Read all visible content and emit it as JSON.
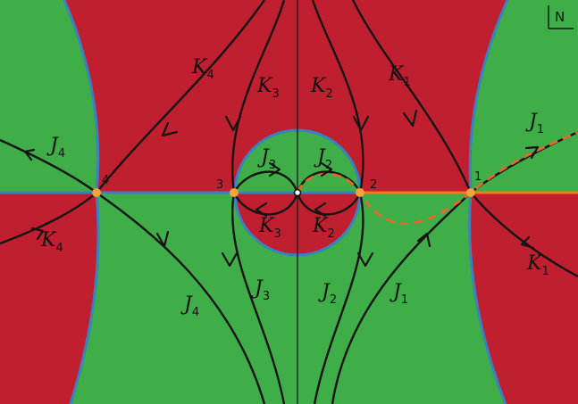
{
  "corner_label": "N",
  "points": [
    "1",
    "2",
    "3",
    "4"
  ],
  "curve_labels": {
    "K1_top": {
      "letter": "K",
      "sub": "1"
    },
    "K2_top": {
      "letter": "K",
      "sub": "2"
    },
    "K3_top": {
      "letter": "K",
      "sub": "3"
    },
    "K4_top": {
      "letter": "K",
      "sub": "4"
    },
    "J1_right": {
      "letter": "J",
      "sub": "1"
    },
    "J4_left": {
      "letter": "J",
      "sub": "4"
    },
    "K4_left": {
      "letter": "K",
      "sub": "4"
    },
    "K1_right": {
      "letter": "K",
      "sub": "1"
    },
    "J3_in": {
      "letter": "J",
      "sub": "3"
    },
    "J2_in": {
      "letter": "J",
      "sub": "2"
    },
    "K3_in": {
      "letter": "K",
      "sub": "3"
    },
    "K2_in": {
      "letter": "K",
      "sub": "2"
    },
    "J4_bot": {
      "letter": "J",
      "sub": "4"
    },
    "J3_bot": {
      "letter": "J",
      "sub": "3"
    },
    "J2_bot": {
      "letter": "J",
      "sub": "2"
    },
    "J1_bot": {
      "letter": "J",
      "sub": "1"
    }
  },
  "colors": {
    "red_region": "#c01f2f",
    "green_region": "#3fae49",
    "boundary": "#3b7fc4",
    "flow_line": "#141414",
    "saddle_point": "#f5a23b",
    "dashed_path": "#e8672a",
    "orange_axis": "#f07a1a"
  }
}
